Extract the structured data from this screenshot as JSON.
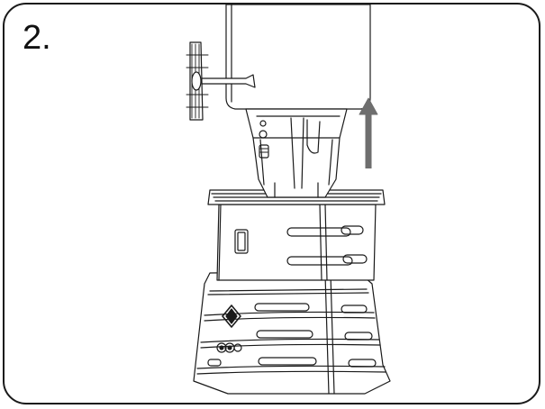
{
  "step": {
    "label": "2."
  },
  "illustration": {
    "subject": "unit-being-lifted-from-base",
    "arrow_direction": "up"
  },
  "colors": {
    "line": "#1a1a1a",
    "arrow": "#6e6e6e",
    "background": "#ffffff"
  }
}
